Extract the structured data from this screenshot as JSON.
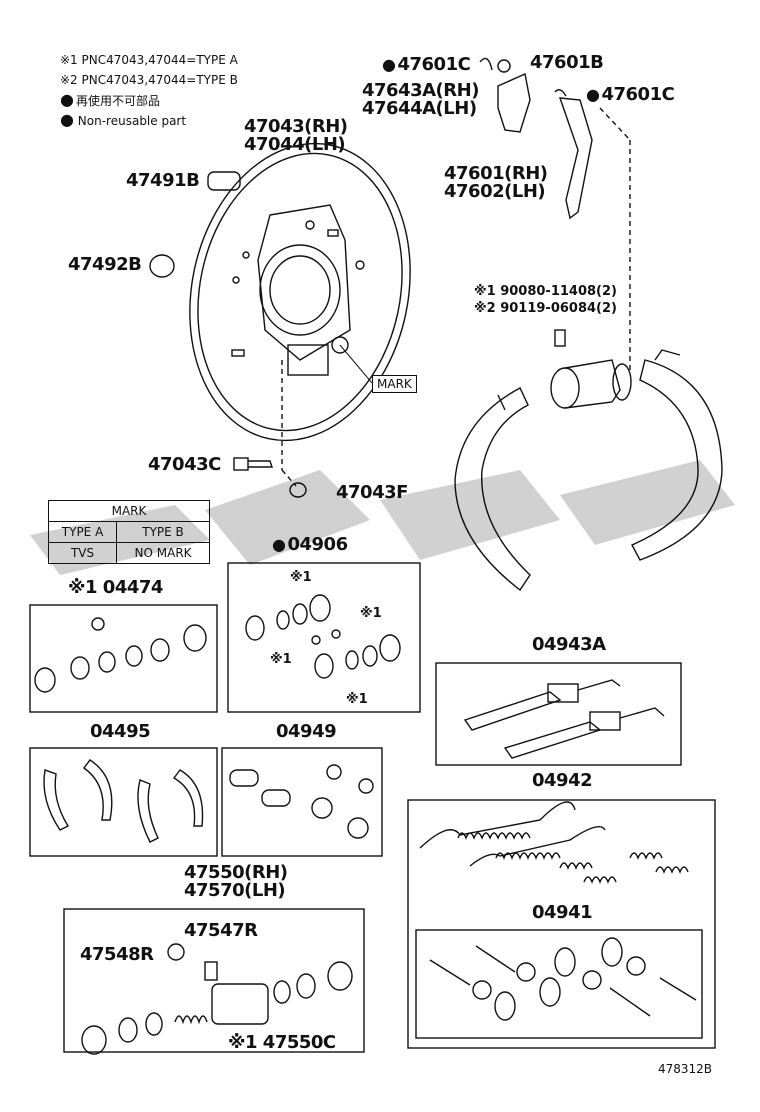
{
  "notes": {
    "note1": "※1 PNC47043,47044=TYPE A",
    "note2": "※2 PNC47043,47044=TYPE B",
    "note3": "再使用不可部品",
    "note4": "Non-reusable part"
  },
  "labels": {
    "p47043": "47043(RH)",
    "p47044": "47044(LH)",
    "p47491b": "47491B",
    "p47492b": "47492B",
    "mark": "MARK",
    "p47043c": "47043C",
    "p47043f": "47043F",
    "p47601c_top": "47601C",
    "p47601b": "47601B",
    "p47643a": "47643A(RH)",
    "p47644a": "47644A(LH)",
    "p47601c_right": "47601C",
    "p47601": "47601(RH)",
    "p47602": "47602(LH)",
    "p90080": "※1 90080-11408(2)",
    "p90119": "※2 90119-06084(2)",
    "p04906": "04906",
    "p04474": "※1 04474",
    "p04495": "04495",
    "p04949": "04949",
    "p04943a": "04943A",
    "p04942": "04942",
    "p04941": "04941",
    "p47550": "47550(RH)",
    "p47570": "47570(LH)",
    "p47547r": "47547R",
    "p47548r": "47548R",
    "p47550c": "※1 47550C",
    "ref1": "※1",
    "ref2": "※1",
    "ref3": "※1",
    "ref4": "※1",
    "diagram_no": "478312B"
  },
  "mark_table": {
    "header": "MARK",
    "col1": "TYPE A",
    "col2": "TYPE B",
    "val1": "TVS",
    "val2": "NO MARK"
  }
}
